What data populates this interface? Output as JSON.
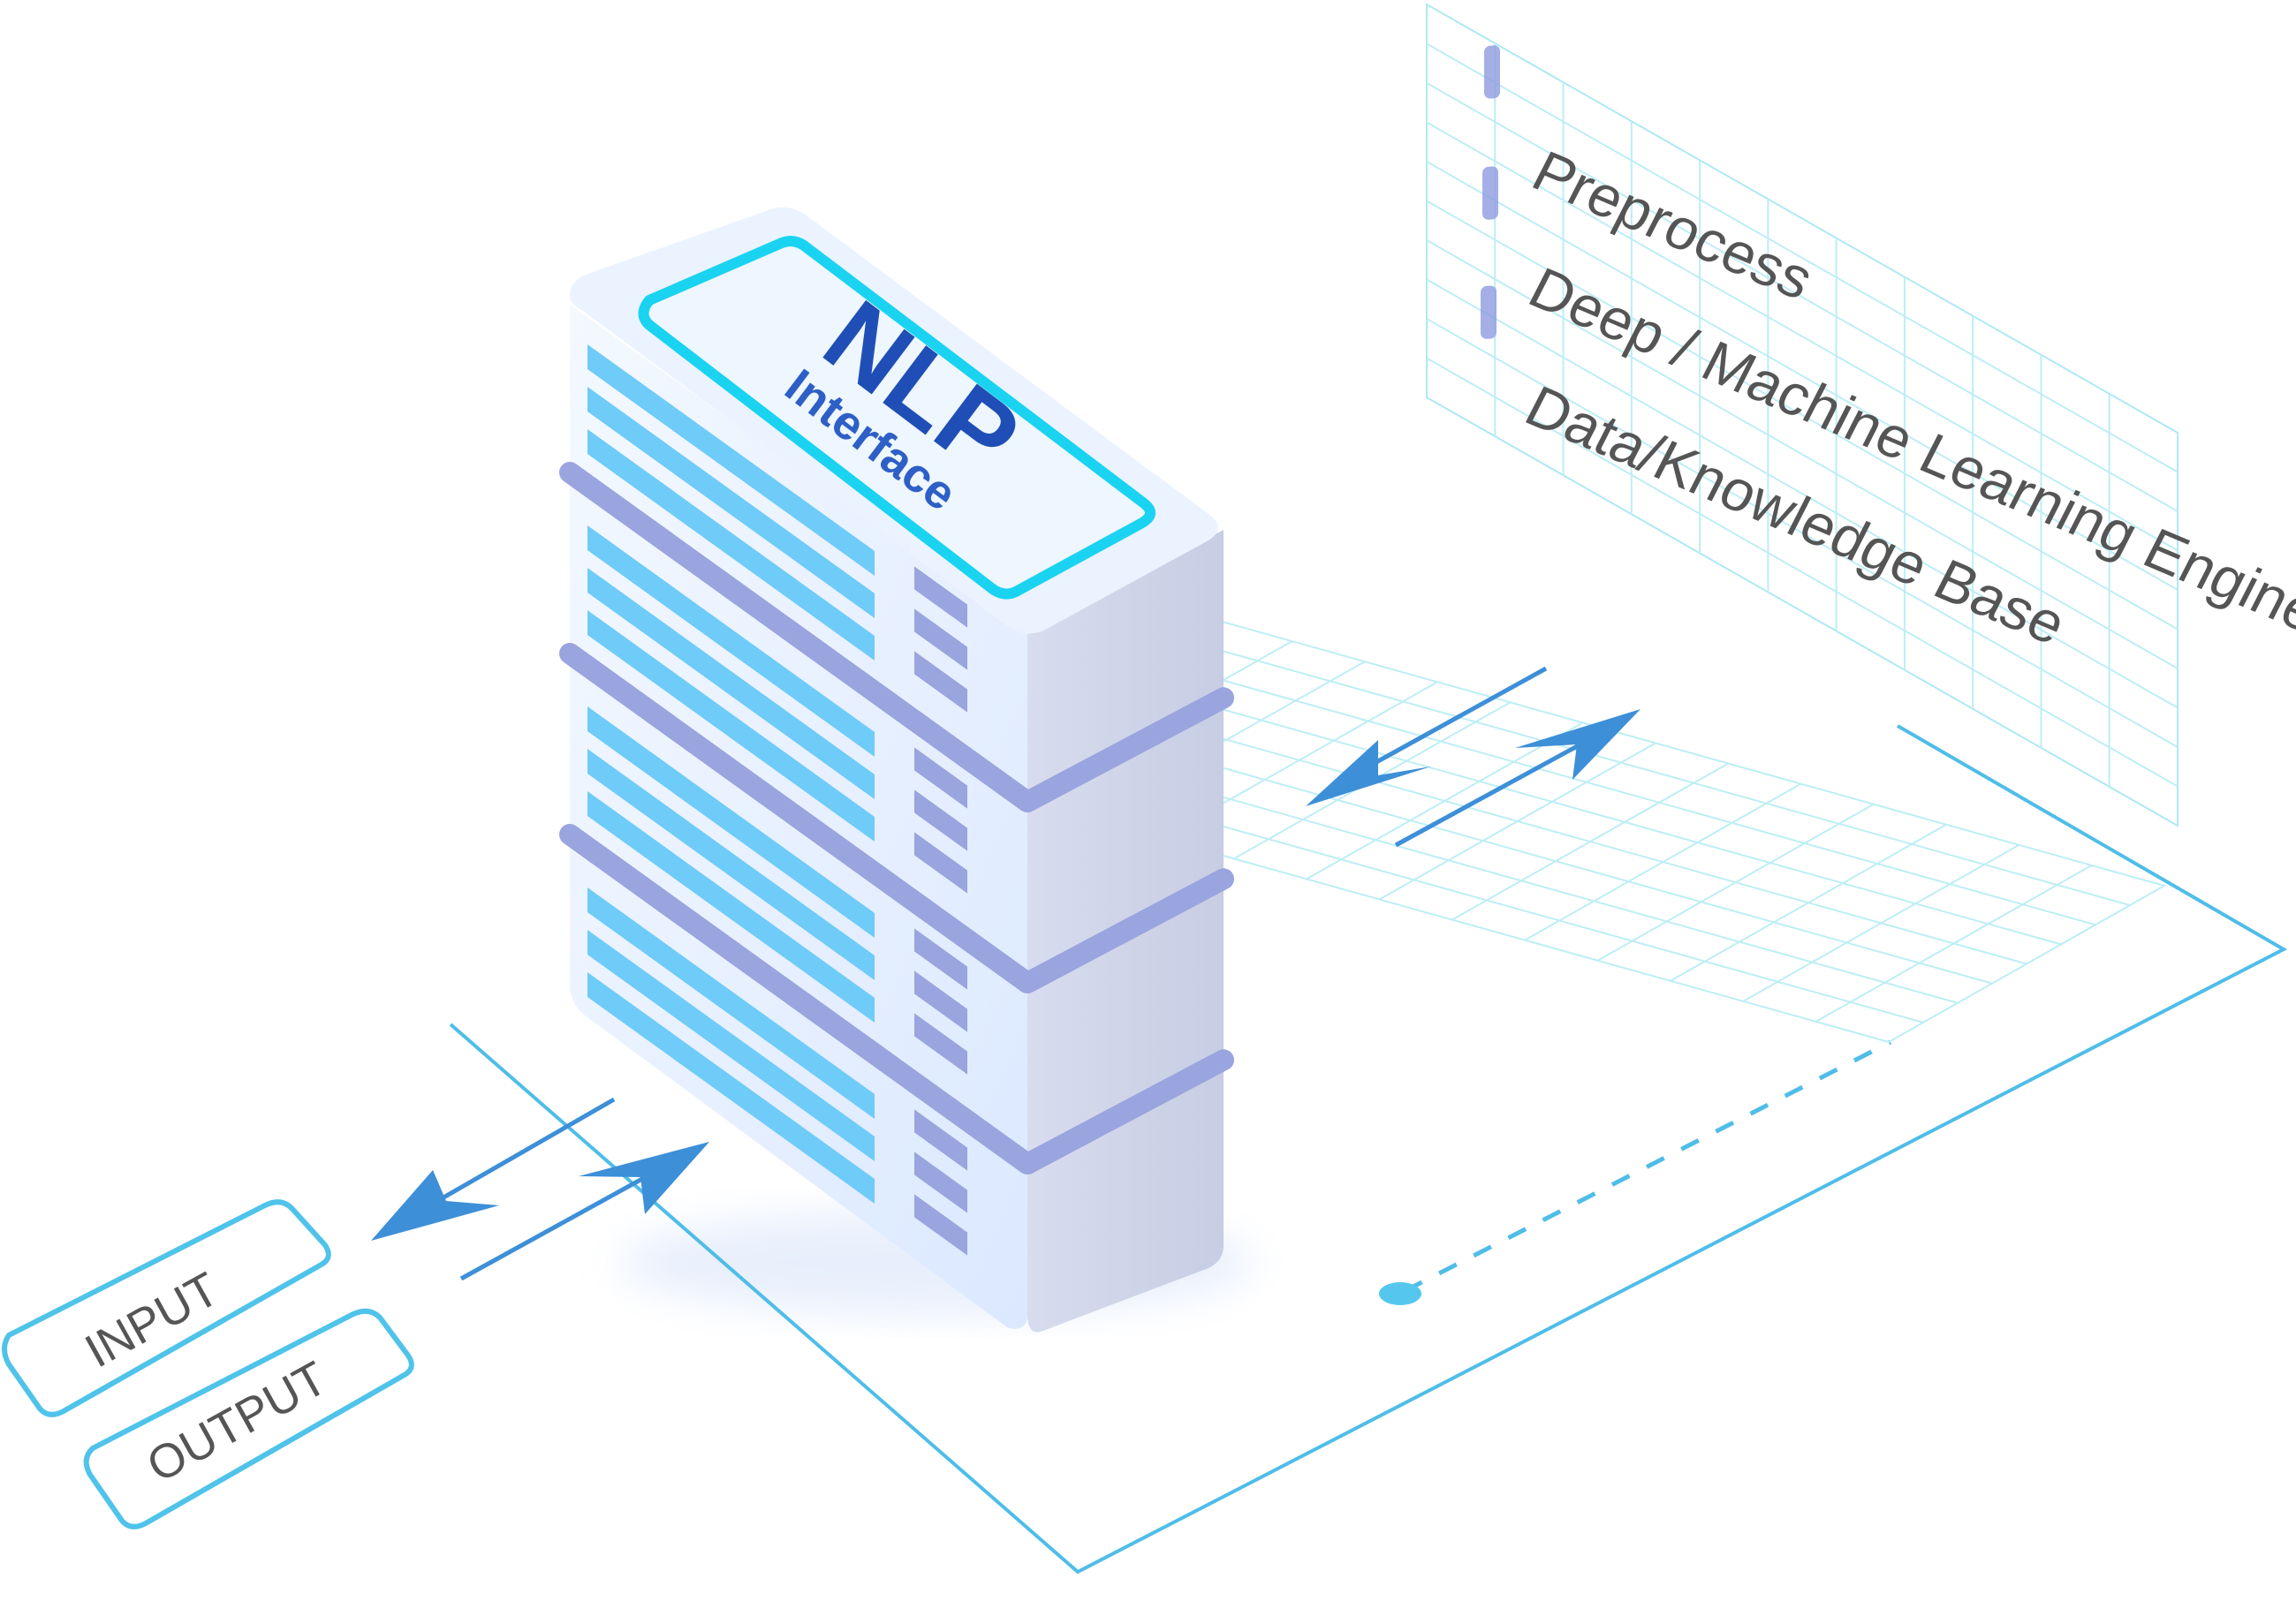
{
  "server": {
    "title": "NLP",
    "subtitle": "Interface"
  },
  "panel": {
    "items": [
      {
        "label": "Preprocess"
      },
      {
        "label": "Deep / Machine Learning Engine"
      },
      {
        "label": "Data/Knowledge Base"
      }
    ]
  },
  "io": {
    "input_label": "INPUT",
    "output_label": "OUTPUT"
  },
  "colors": {
    "accent_cyan": "#1ad3f0",
    "line_blue": "#4fbde8",
    "arrow_blue": "#3d8fd8",
    "grid": "#bdeef5",
    "server_face": "#e9f3ff",
    "server_side": "#ccd3e8",
    "slot_blue": "#6fcbf8",
    "band_purple": "#9aa4de",
    "nlp_text": "#1f4fb6",
    "text_gray": "#555555"
  }
}
